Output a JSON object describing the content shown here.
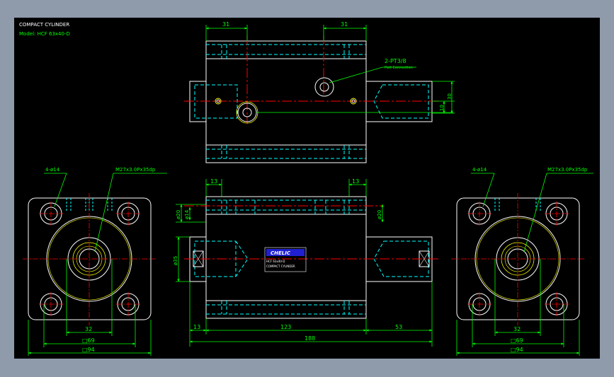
{
  "title": "COMPACT CYLINDER",
  "model": "Model:  HCF  63x40-D",
  "port": {
    "callout": "2-PT3/8",
    "sub": "Port Connection"
  },
  "holes_callout": "4-ø14",
  "thread_callout": "M27x3.0Px35dp",
  "top_dims": {
    "left": "31",
    "right": "31",
    "h1": "10",
    "h2": "30"
  },
  "front_dims": {
    "top_left": "13",
    "top_right": "13",
    "dia_outer": "ø20",
    "dia_inner": "ø14",
    "dia_right": "ø20",
    "rod_dia": "ø35",
    "b_left": "13",
    "b_mid": "123",
    "b_right": "53",
    "total": "188"
  },
  "side_dims": {
    "pitch": "32",
    "square_inner": "□69",
    "square_outer": "□94"
  },
  "label_plate": {
    "brand": "CHELIC",
    "line1": "HCF 63x40-D",
    "line2": "COMPACT CYLINDER"
  },
  "colors": {
    "line": "#ffffff",
    "dim": "#00ff00",
    "hidden": "#00ffff",
    "center": "#ff0000",
    "thread": "#ffff00",
    "plate": "#2020d0"
  }
}
